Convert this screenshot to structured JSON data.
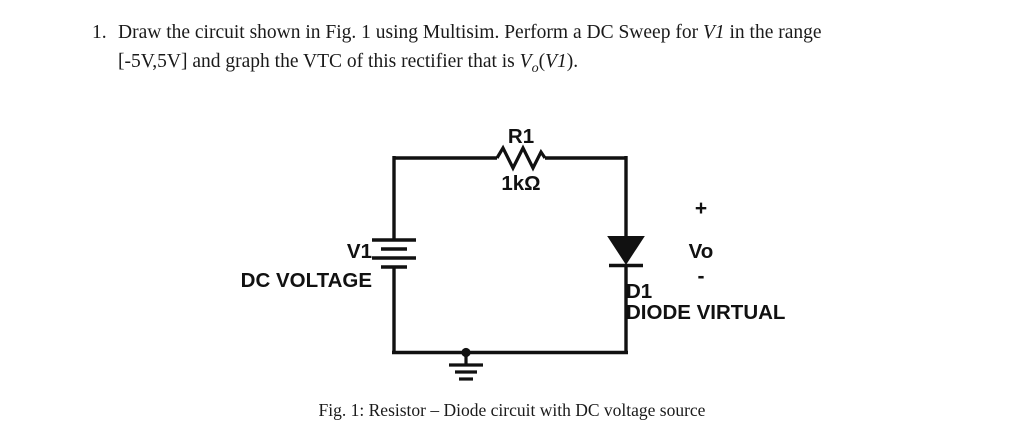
{
  "question": {
    "number": "1.",
    "line1_part1": "Draw the circuit shown in Fig. 1 using Multisim. Perform a DC Sweep for ",
    "line1_var": "V",
    "line1_varnum": "1",
    "line1_part2": " in the range",
    "line2_part1": "[-5V,5V] and graph the VTC of this rectifier that is ",
    "line2_var": "V",
    "line2_sub": "o",
    "line2_part2": "(",
    "line2_var2": "V",
    "line2_varnum2": "1",
    "line2_part3": ").",
    "full_text": "1. Draw the circuit shown in Fig. 1 using Multisim. Perform a DC Sweep for V1 in the range [-5V,5V] and graph the VTC of this rectifier that is Vo(V1)."
  },
  "circuit": {
    "resistor": {
      "ref": "R1",
      "value": "1kΩ"
    },
    "source": {
      "ref": "V1",
      "type": "DC VOLTAGE"
    },
    "diode": {
      "ref": "D1",
      "model": "DIODE  VIRTUAL"
    },
    "output": {
      "plus": "+",
      "label": "Vo",
      "minus": "-"
    },
    "ground": {
      "label": ""
    },
    "colors": {
      "wire": "#111111",
      "background": "#ffffff",
      "text": "#111111"
    }
  },
  "caption": {
    "text": "Fig. 1: Resistor – Diode circuit with DC voltage source"
  }
}
